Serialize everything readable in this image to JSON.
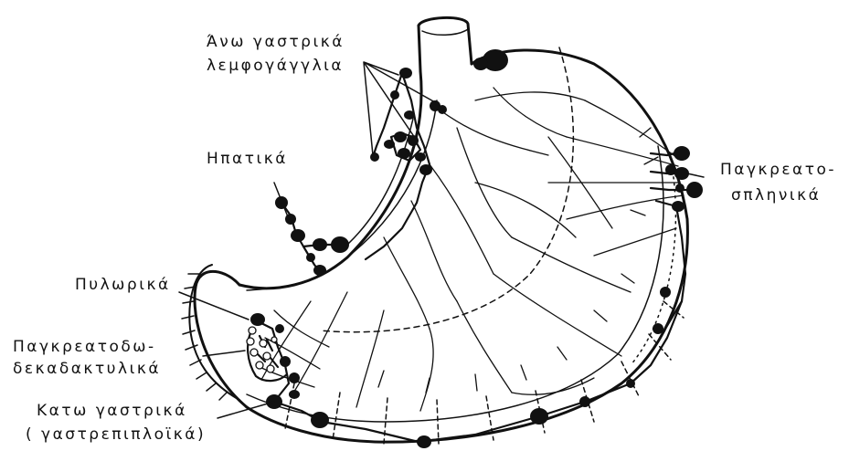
{
  "figure": {
    "labels": {
      "upper_gastric_1": "Άνω γαστρικά",
      "upper_gastric_2": "λεμφογάγγλια",
      "hepatic": "Ηπατικά",
      "pancreaticosplenic_1": "Παγκρεατο-",
      "pancreaticosplenic_2": "σπληνικά",
      "pyloric": "Πυλωρικά",
      "pancreaticoduodenal_1": "Παγκρεατοδω-",
      "pancreaticoduodenal_2": "δεκαδακτυλικά",
      "lower_gastric_1": "Κατω γαστρικά",
      "lower_gastric_2": "( γαστρεπιπλοϊκά)"
    }
  }
}
